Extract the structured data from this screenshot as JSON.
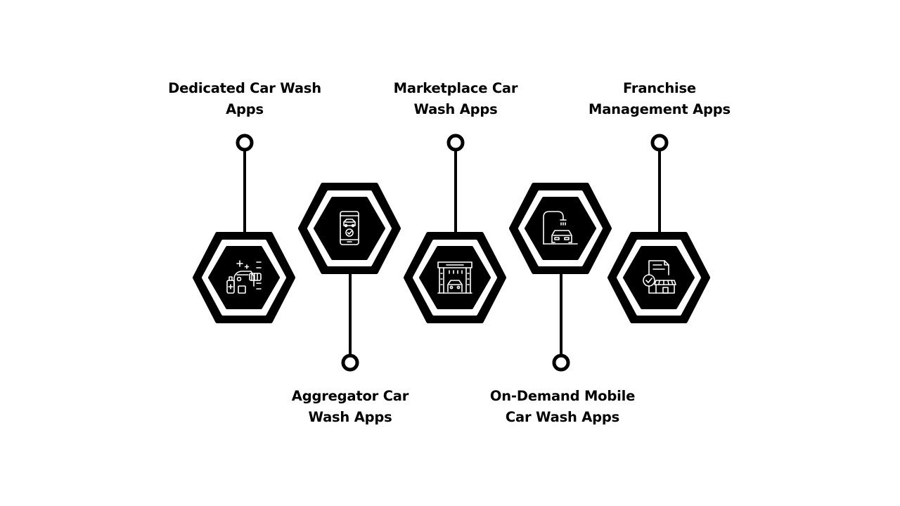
{
  "diagram": {
    "stages": [
      {
        "title_line1": "Dedicated Car Wash",
        "title_line2": "Apps",
        "icon": "car-wash-detailing-icon"
      },
      {
        "title_line1": "Aggregator Car",
        "title_line2": "Wash Apps",
        "icon": "mobile-booking-icon"
      },
      {
        "title_line1": "Marketplace Car",
        "title_line2": "Wash Apps",
        "icon": "car-wash-station-icon"
      },
      {
        "title_line1": "On-Demand Mobile",
        "title_line2": "Car Wash Apps",
        "icon": "car-shower-icon"
      },
      {
        "title_line1": "Franchise",
        "title_line2": "Management Apps",
        "icon": "franchise-store-icon"
      }
    ],
    "colors": {
      "primary": "#000000",
      "background": "#ffffff"
    }
  }
}
